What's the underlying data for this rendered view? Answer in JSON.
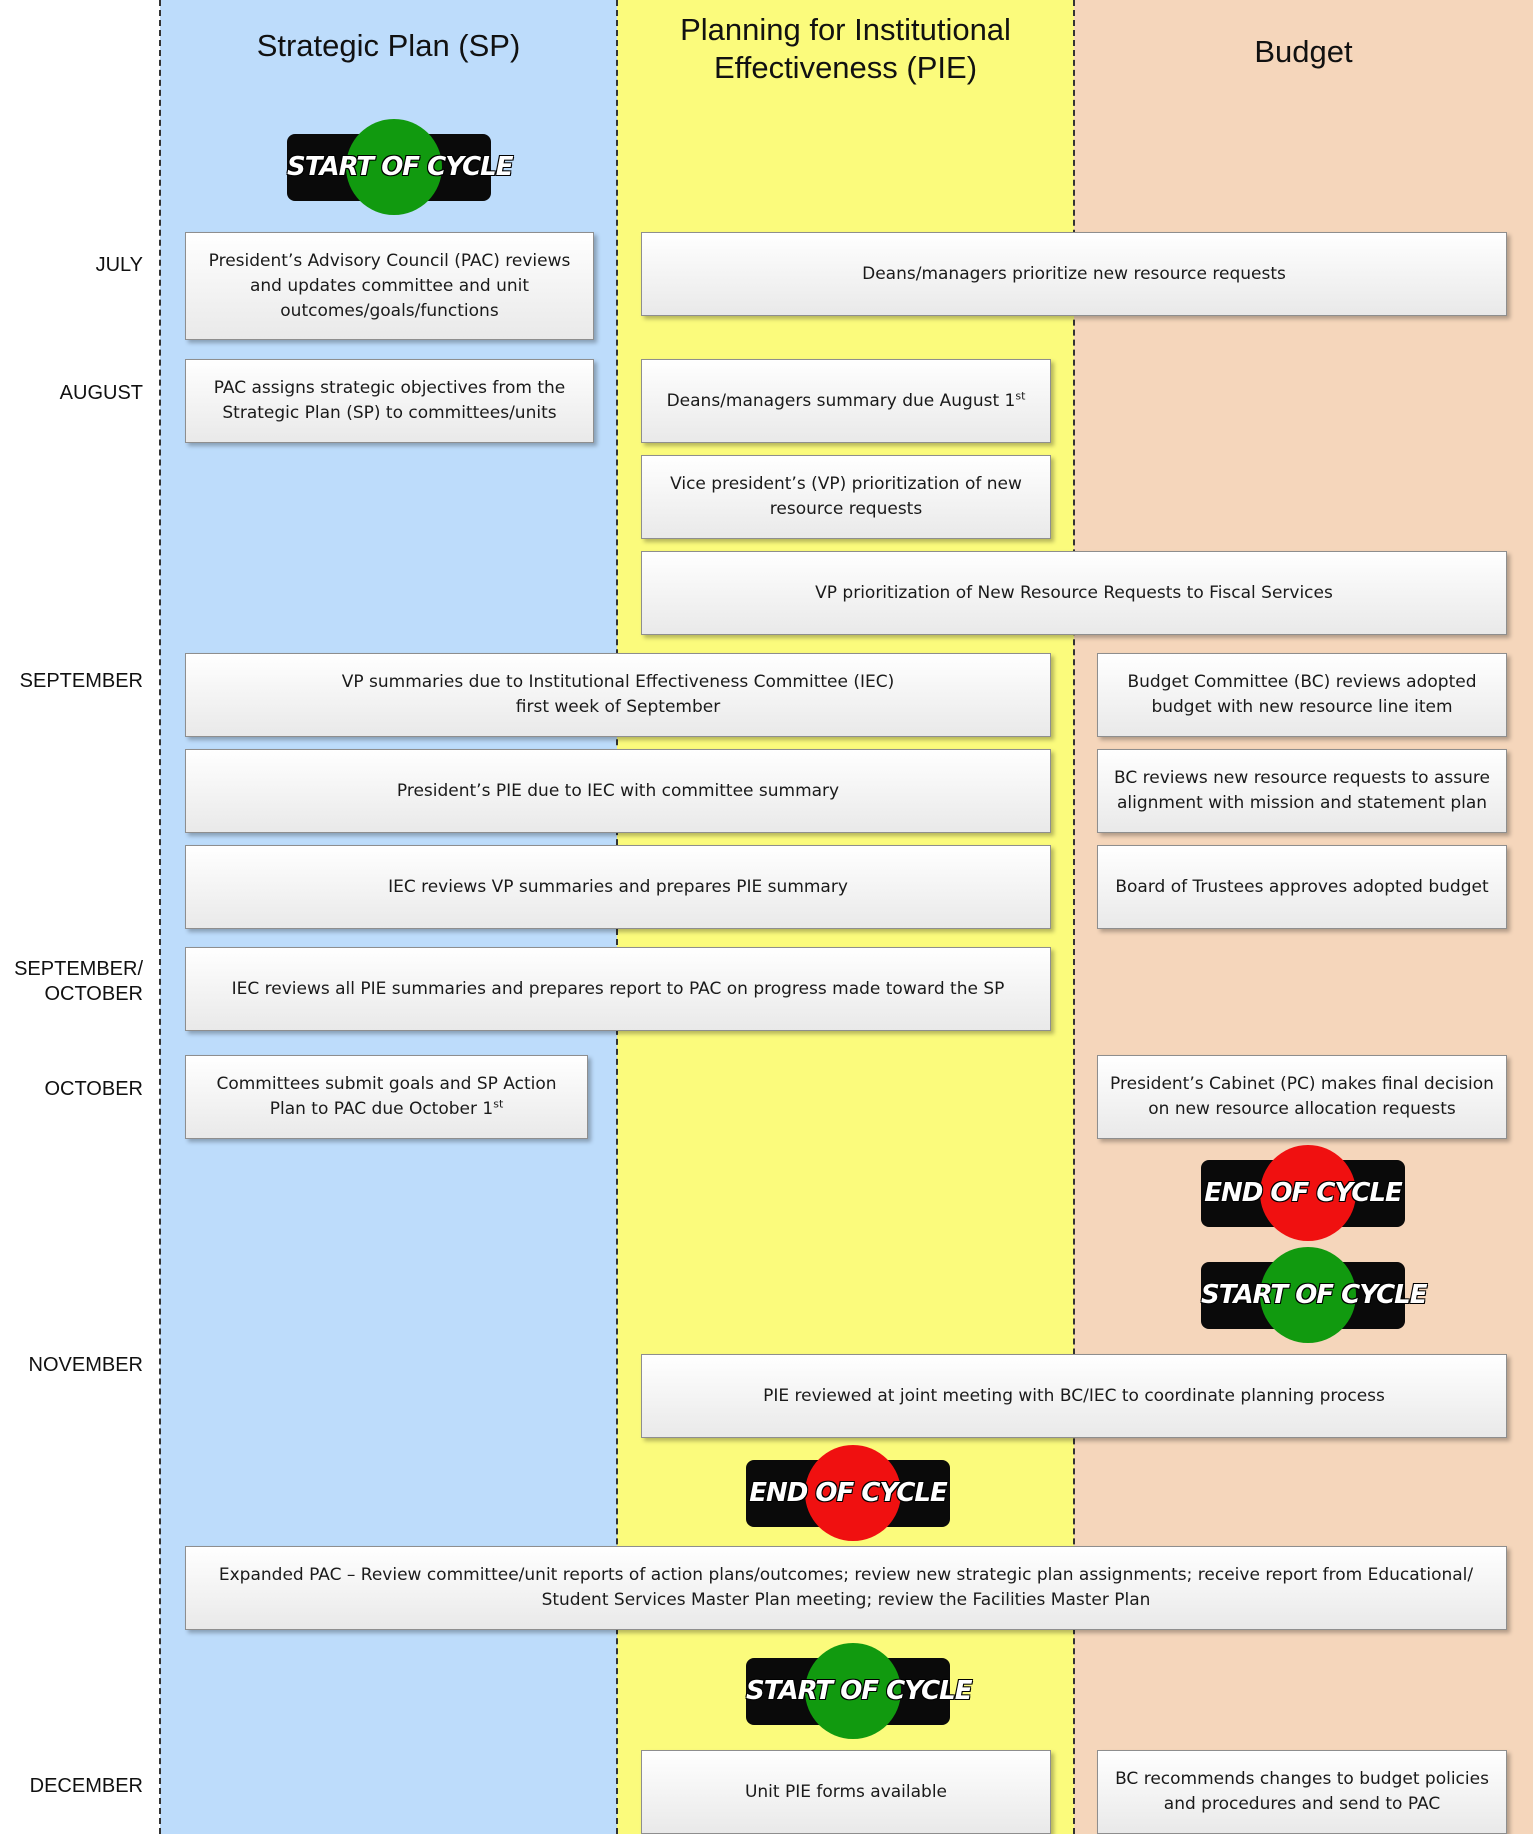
{
  "lanes": {
    "sp": "Strategic Plan (SP)",
    "pie_line1": "Planning for Institutional",
    "pie_line2": "Effectiveness (PIE)",
    "budget": "Budget"
  },
  "months": {
    "july": "JULY",
    "august": "AUGUST",
    "september": "SEPTEMBER",
    "sep_oct_line1": "SEPTEMBER/",
    "sep_oct_line2": "OCTOBER",
    "october": "OCTOBER",
    "november": "NOVEMBER",
    "december": "DECEMBER"
  },
  "cycle_markers": {
    "start": "START OF CYCLE",
    "end": "END OF CYCLE"
  },
  "boxes": {
    "pac_reviews": "President’s Advisory Council (PAC) reviews and updates committee and unit outcomes/goals/functions",
    "deans_prioritize": "Deans/managers prioritize new resource requests",
    "pac_assigns": "PAC assigns strategic objectives from the Strategic Plan (SP) to committees/units",
    "deans_summary": "Deans/managers summary due August 1",
    "deans_summary_sup": "st",
    "vp_prioritization": "Vice president’s (VP) prioritization of new resource requests",
    "vp_to_fiscal": "VP prioritization of New Resource Requests to Fiscal Services",
    "vp_summaries_line1": "VP summaries due to Institutional Effectiveness Committee (IEC)",
    "vp_summaries_line2": "first week of September",
    "bc_reviews_budget": "Budget Committee (BC) reviews adopted budget with new resource line item",
    "president_pie": "President’s PIE due to IEC with committee summary",
    "bc_reviews_requests": "BC reviews new resource requests to assure alignment with mission and statement plan",
    "iec_reviews_vp": "IEC reviews VP summaries and prepares PIE summary",
    "board_approves": "Board of Trustees approves adopted budget",
    "iec_reviews_all": "IEC reviews all PIE summaries and prepares report to PAC on progress made toward the SP",
    "committees_submit": "Committees submit goals and SP Action Plan to PAC due October 1",
    "committees_submit_sup": "st",
    "pc_decision": "President’s Cabinet (PC) makes final decision on new resource allocation requests",
    "pie_joint_meeting": "PIE reviewed at joint meeting with BC/IEC to coordinate planning process",
    "expanded_pac_line1": "Expanded PAC – Review committee/unit reports of action plans/outcomes; review new strategic plan assignments; receive report from Educational/",
    "expanded_pac_line2": "Student Services Master Plan meeting; review the Facilities Master Plan",
    "unit_pie_forms": "Unit PIE forms available",
    "bc_recommends": "BC recommends changes to budget policies and procedures and send to PAC"
  },
  "colors": {
    "sp_lane": "#bddcfb",
    "pie_lane": "#fbfb7c",
    "budget_lane": "#f5d6bb",
    "start_green": "#119a0f",
    "end_red": "#f01010"
  }
}
